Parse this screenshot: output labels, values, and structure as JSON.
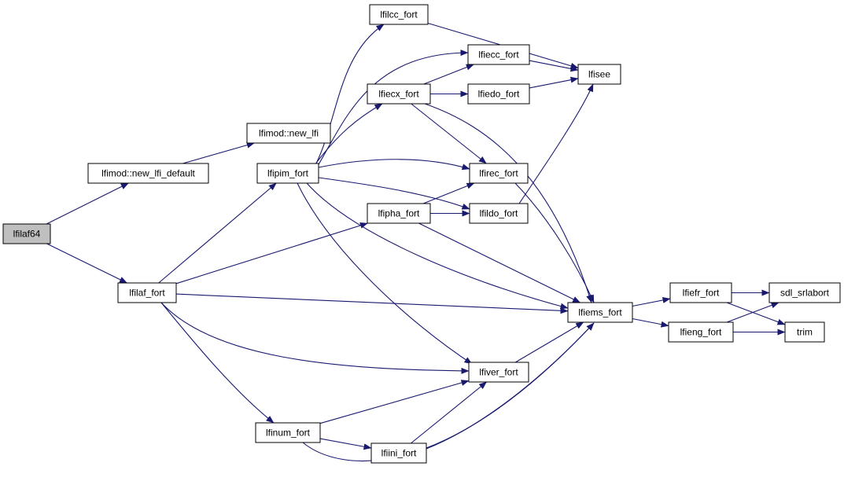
{
  "graph": {
    "edge_color": "#191970",
    "root_fill": "#bfbfbf",
    "nodes": [
      {
        "id": "lfilaf64",
        "label": "lfilaf64",
        "root": true
      },
      {
        "id": "new_lfi_default",
        "label": "lfimod::new_lfi_default"
      },
      {
        "id": "new_lfi",
        "label": "lfimod::new_lfi"
      },
      {
        "id": "lfilaf_fort",
        "label": "lfilaf_fort"
      },
      {
        "id": "lfipim_fort",
        "label": "lfipim_fort"
      },
      {
        "id": "lfinum_fort",
        "label": "lfinum_fort"
      },
      {
        "id": "lfilcc_fort",
        "label": "lfilcc_fort"
      },
      {
        "id": "lfiecx_fort",
        "label": "lfiecx_fort"
      },
      {
        "id": "lfipha_fort",
        "label": "lfipha_fort"
      },
      {
        "id": "lfiini_fort",
        "label": "lfiini_fort"
      },
      {
        "id": "lfiecc_fort",
        "label": "lfiecc_fort"
      },
      {
        "id": "lfiedo_fort",
        "label": "lfiedo_fort"
      },
      {
        "id": "lfirec_fort",
        "label": "lfirec_fort"
      },
      {
        "id": "lfildo_fort",
        "label": "lfildo_fort"
      },
      {
        "id": "lfiver_fort",
        "label": "lfiver_fort"
      },
      {
        "id": "lfisee",
        "label": "lfisee"
      },
      {
        "id": "lfiems_fort",
        "label": "lfiems_fort"
      },
      {
        "id": "lfiefr_fort",
        "label": "lfiefr_fort"
      },
      {
        "id": "lfieng_fort",
        "label": "lfieng_fort"
      },
      {
        "id": "sdl_srlabort",
        "label": "sdl_srlabort"
      },
      {
        "id": "trim",
        "label": "trim"
      }
    ],
    "edges": [
      {
        "from": "lfilaf64",
        "to": "new_lfi_default"
      },
      {
        "from": "lfilaf64",
        "to": "lfilaf_fort"
      },
      {
        "from": "new_lfi_default",
        "to": "new_lfi"
      },
      {
        "from": "lfilaf_fort",
        "to": "lfipim_fort"
      },
      {
        "from": "lfilaf_fort",
        "to": "lfipha_fort"
      },
      {
        "from": "lfilaf_fort",
        "to": "lfiems_fort"
      },
      {
        "from": "lfilaf_fort",
        "to": "lfiver_fort"
      },
      {
        "from": "lfilaf_fort",
        "to": "lfinum_fort"
      },
      {
        "from": "lfipim_fort",
        "to": "lfilcc_fort"
      },
      {
        "from": "lfipim_fort",
        "to": "lfiecc_fort"
      },
      {
        "from": "lfipim_fort",
        "to": "lfiecx_fort"
      },
      {
        "from": "lfipim_fort",
        "to": "lfirec_fort"
      },
      {
        "from": "lfipim_fort",
        "to": "lfildo_fort"
      },
      {
        "from": "lfipim_fort",
        "to": "lfiems_fort"
      },
      {
        "from": "lfipim_fort",
        "to": "lfiver_fort"
      },
      {
        "from": "lfilcc_fort",
        "to": "lfisee"
      },
      {
        "from": "lfiecx_fort",
        "to": "lfiecc_fort"
      },
      {
        "from": "lfiecx_fort",
        "to": "lfiedo_fort"
      },
      {
        "from": "lfiecx_fort",
        "to": "lfirec_fort"
      },
      {
        "from": "lfiecx_fort",
        "to": "lfiems_fort"
      },
      {
        "from": "lfiecc_fort",
        "to": "lfisee"
      },
      {
        "from": "lfiedo_fort",
        "to": "lfisee"
      },
      {
        "from": "lfirec_fort",
        "to": "lfiems_fort"
      },
      {
        "from": "lfildo_fort",
        "to": "lfisee"
      },
      {
        "from": "lfipha_fort",
        "to": "lfirec_fort"
      },
      {
        "from": "lfipha_fort",
        "to": "lfildo_fort"
      },
      {
        "from": "lfipha_fort",
        "to": "lfiems_fort"
      },
      {
        "from": "lfiver_fort",
        "to": "lfiems_fort"
      },
      {
        "from": "lfinum_fort",
        "to": "lfiver_fort"
      },
      {
        "from": "lfinum_fort",
        "to": "lfiini_fort"
      },
      {
        "from": "lfinum_fort",
        "to": "lfiems_fort"
      },
      {
        "from": "lfiini_fort",
        "to": "lfiver_fort"
      },
      {
        "from": "lfiini_fort",
        "to": "lfiems_fort"
      },
      {
        "from": "lfiems_fort",
        "to": "lfiefr_fort"
      },
      {
        "from": "lfiems_fort",
        "to": "lfieng_fort"
      },
      {
        "from": "lfiefr_fort",
        "to": "sdl_srlabort"
      },
      {
        "from": "lfiefr_fort",
        "to": "trim"
      },
      {
        "from": "lfieng_fort",
        "to": "sdl_srlabort"
      },
      {
        "from": "lfieng_fort",
        "to": "trim"
      }
    ]
  }
}
